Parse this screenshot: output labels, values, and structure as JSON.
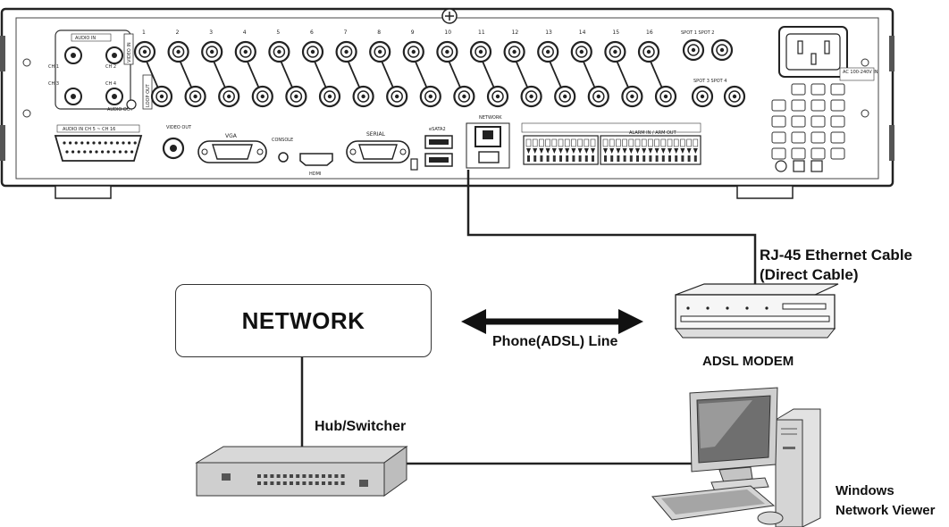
{
  "rear_panel": {
    "audio_in": "AUDIO IN",
    "ch_labels": [
      "CH 1",
      "CH 2",
      "CH 3",
      "CH 4"
    ],
    "audio_out": "AUDIO OUT",
    "video_in": "VIDEO IN",
    "loop_out": "LOOP OUT",
    "channel_numbers": [
      "1",
      "2",
      "3",
      "4",
      "5",
      "6",
      "7",
      "8",
      "9",
      "10",
      "11",
      "12",
      "13",
      "14",
      "15",
      "16"
    ],
    "spot_top": "SPOT 1 SPOT 2",
    "spot_bottom": "SPOT 3 SPOT 4",
    "ac_label": "AC 100-240V IN",
    "audio_in_ch": "AUDIO IN CH 5 ~ CH 16",
    "video_out": "VIDEO OUT",
    "vga": "VGA",
    "console": "CONSOLE",
    "hdmi": "HDMI",
    "serial": "SERIAL",
    "esata": "eSATA2",
    "network": "NETWORK",
    "alarm": "ALARM IN / ARM OUT"
  },
  "diagram": {
    "network_box": "NETWORK",
    "cable_label_line1": "RJ-45 Ethernet Cable",
    "cable_label_line2": "(Direct Cable)",
    "phone_line": "Phone(ADSL) Line",
    "modem_label": "ADSL MODEM",
    "hub_label": "Hub/Switcher",
    "viewer_line1": "Windows",
    "viewer_line2": "Network Viewer"
  }
}
